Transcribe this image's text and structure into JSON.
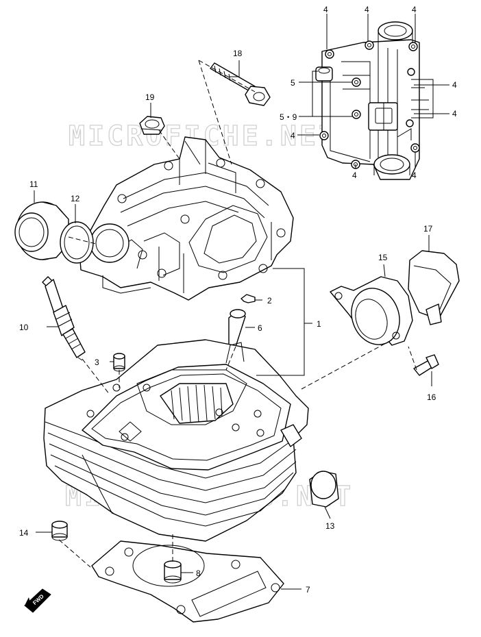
{
  "watermarks": [
    "MICROFICHE.NET",
    "MICROFICHES.NET"
  ],
  "fwd_badge": "FWD",
  "callouts": {
    "c1": "1",
    "c2": "2",
    "c3": "3",
    "c4a": "4",
    "c4b": "4",
    "c4c": "4",
    "c4d": "4",
    "c4e": "4",
    "c4f": "4",
    "c4g": "4",
    "c4h": "4",
    "c5": "5",
    "c59": "5・9",
    "c6": "6",
    "c7": "7",
    "c8": "8",
    "c10": "10",
    "c11": "11",
    "c12": "12",
    "c13": "13",
    "c14": "14",
    "c15": "15",
    "c16": "16",
    "c17": "17",
    "c18": "18",
    "c19": "19"
  }
}
